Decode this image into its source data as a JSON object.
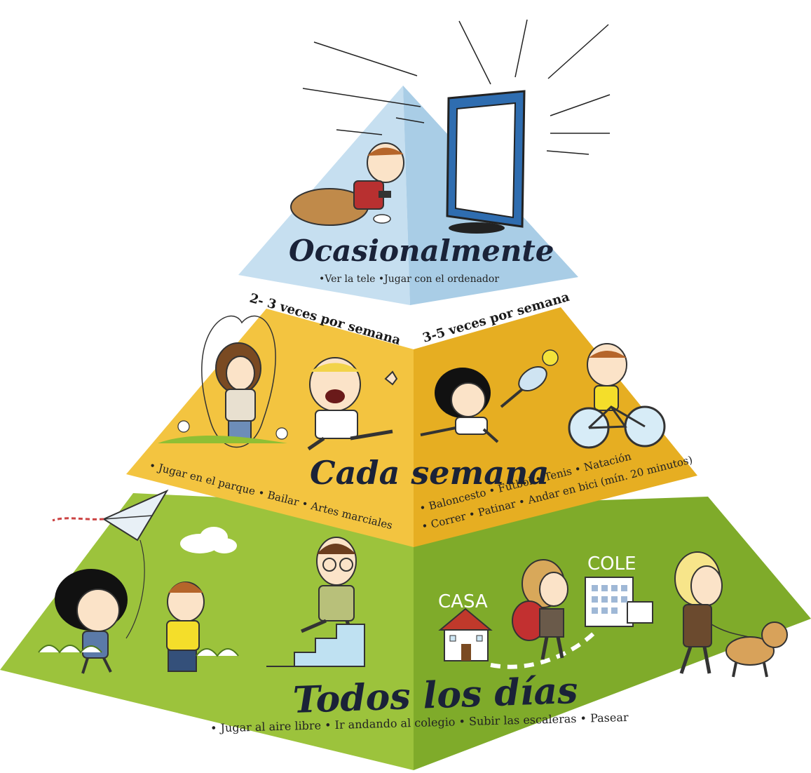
{
  "pyramid": {
    "top": {
      "title": "Ocasionalmente",
      "activities": "•Ver la tele •Jugar con el ordenador",
      "color_left": "#c6dff0",
      "color_right": "#a9cde6"
    },
    "middle": {
      "title": "Cada semana",
      "left_frequency": "2- 3 veces por semana",
      "right_frequency": "3-5 veces por semana",
      "left_activities": "• Jugar en el parque • Bailar • Artes marciales",
      "right_activities_line1": "• Baloncesto • Fútbol • Tenis • Natación",
      "right_activities_line2": "• Correr • Patinar • Andar en bici (mín. 20 minutos)",
      "color_left": "#f3c440",
      "color_right": "#e6ae22"
    },
    "bottom": {
      "title": "Todos los días",
      "activities": "• Jugar al aire libre • Ir andando al colegio • Subir las escaleras • Pasear",
      "sign_home": "CASA",
      "sign_school": "COLE",
      "color_left": "#9cc33c",
      "color_right": "#7fab2a"
    }
  }
}
